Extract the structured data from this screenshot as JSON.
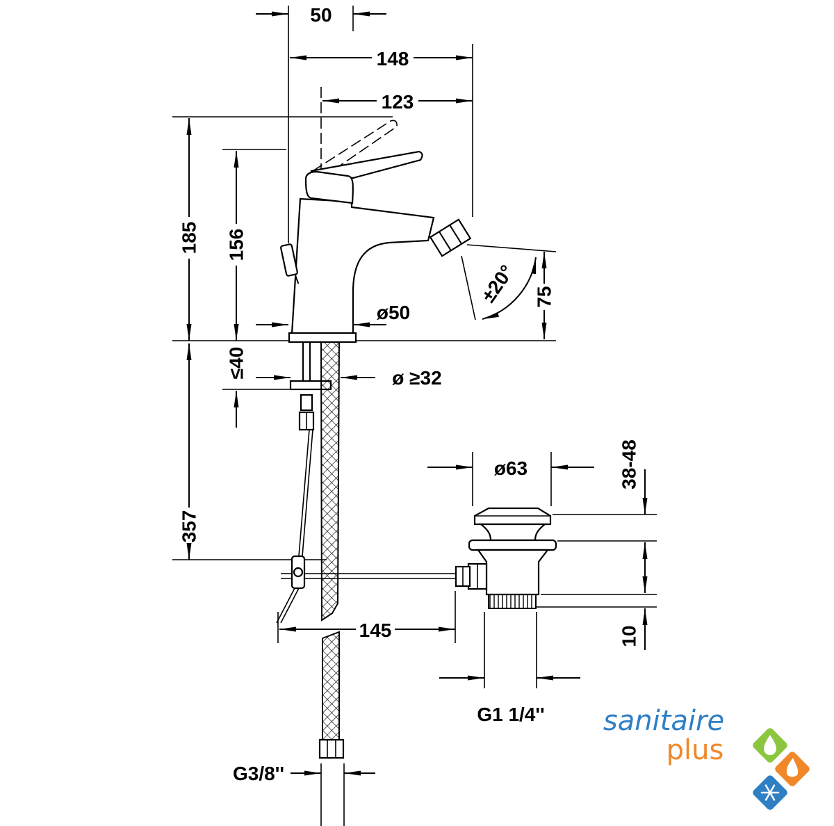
{
  "dimensions": {
    "top_offset": "50",
    "overall_depth": "148",
    "spout_projection": "123",
    "overall_height": "185",
    "lever_height": "156",
    "base_diameter": "ø50",
    "spray_angle": "±20°",
    "outlet_height": "75",
    "deck_thickness": "≤40",
    "tap_hole": "ø ≥32",
    "hose_length": "357",
    "waste_diameter": "ø63",
    "waste_adjust": "38-48",
    "rod_length": "145",
    "waste_gap": "10",
    "waste_thread": "G1 1/4''",
    "hose_thread": "G3/8''"
  },
  "logo": {
    "word1": "sanitaire",
    "word2": "plus",
    "icons": [
      "water-drop-icon",
      "flame-icon",
      "snowflake-icon"
    ]
  },
  "colors": {
    "line": "#000000",
    "logo_blue": "#2e7fc4",
    "logo_orange": "#f0882a",
    "logo_green": "#8cc63e"
  }
}
